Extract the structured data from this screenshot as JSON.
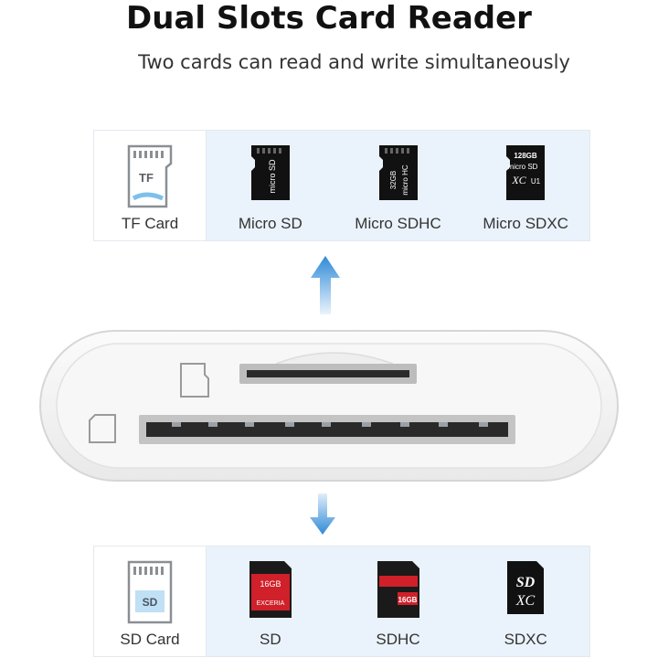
{
  "header": {
    "title": "Dual Slots Card Reader",
    "subtitle": "Two cards can read and write simultaneously"
  },
  "top_panel": {
    "cards": [
      {
        "label": "TF Card",
        "icon": "tf-card-outline-icon",
        "print": "TF"
      },
      {
        "label": "Micro SD",
        "icon": "micro-sd-card-icon",
        "print": "micro SD"
      },
      {
        "label": "Micro SDHC",
        "icon": "micro-sdhc-card-icon",
        "print": "32GB micro HC"
      },
      {
        "label": "Micro SDXC",
        "icon": "micro-sdxc-card-icon",
        "print": "128GB micro SD XC"
      }
    ]
  },
  "bottom_panel": {
    "cards": [
      {
        "label": "SD Card",
        "icon": "sd-card-outline-icon",
        "print": "SD"
      },
      {
        "label": "SD",
        "icon": "sd-card-red-icon",
        "print": "16GB EXCERIA"
      },
      {
        "label": "SDHC",
        "icon": "sdhc-card-icon",
        "print": "16GB"
      },
      {
        "label": "SDXC",
        "icon": "sdxc-card-icon",
        "print": "SD XC"
      }
    ]
  },
  "colors": {
    "accent_blue": "#2f8ad8",
    "panel_tint": "#eaf3fb",
    "sd_red": "#d0202a"
  }
}
